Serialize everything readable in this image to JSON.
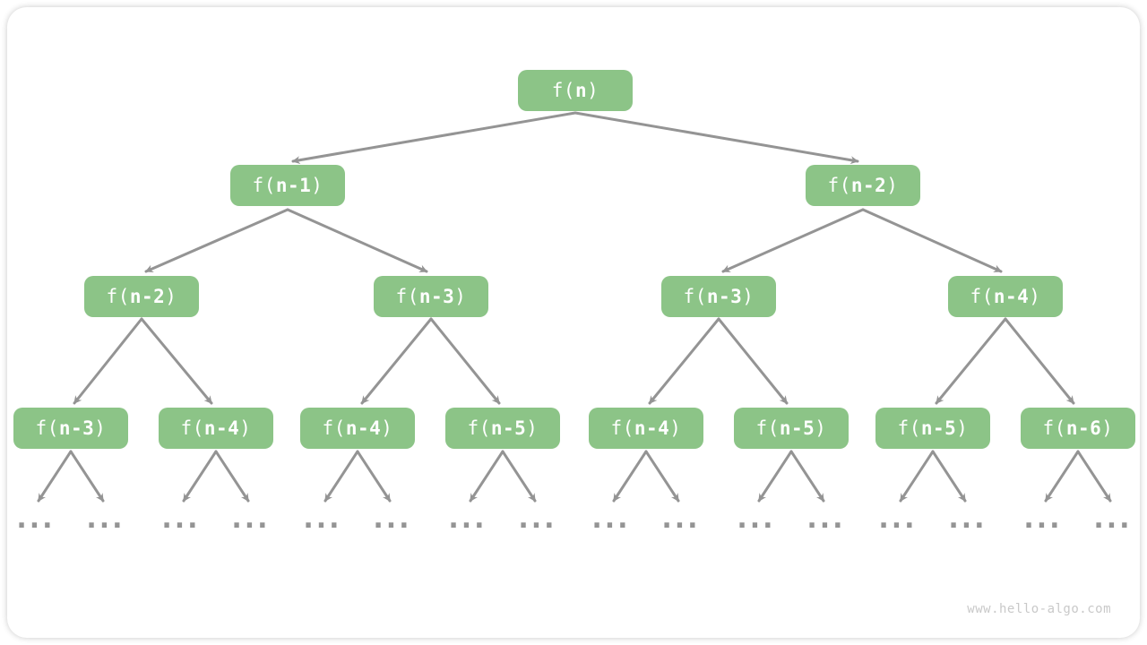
{
  "diagram": {
    "title_semantic": "recursion-tree",
    "node_prefix": "f(",
    "node_suffix": ")",
    "levels": [
      {
        "nodes": [
          {
            "arg": "n"
          }
        ]
      },
      {
        "nodes": [
          {
            "arg": "n-1"
          },
          {
            "arg": "n-2"
          }
        ]
      },
      {
        "nodes": [
          {
            "arg": "n-2"
          },
          {
            "arg": "n-3"
          },
          {
            "arg": "n-3"
          },
          {
            "arg": "n-4"
          }
        ]
      },
      {
        "nodes": [
          {
            "arg": "n-3"
          },
          {
            "arg": "n-4"
          },
          {
            "arg": "n-4"
          },
          {
            "arg": "n-5"
          },
          {
            "arg": "n-4"
          },
          {
            "arg": "n-5"
          },
          {
            "arg": "n-5"
          },
          {
            "arg": "n-6"
          }
        ]
      }
    ],
    "leaf_ellipsis": "...",
    "colors": {
      "node_green": "#8cc487",
      "arrow_gray": "#949494",
      "text_white": "#ffffff",
      "watermark_gray": "#c9c9c9"
    }
  },
  "watermark": "www.hello-algo.com"
}
